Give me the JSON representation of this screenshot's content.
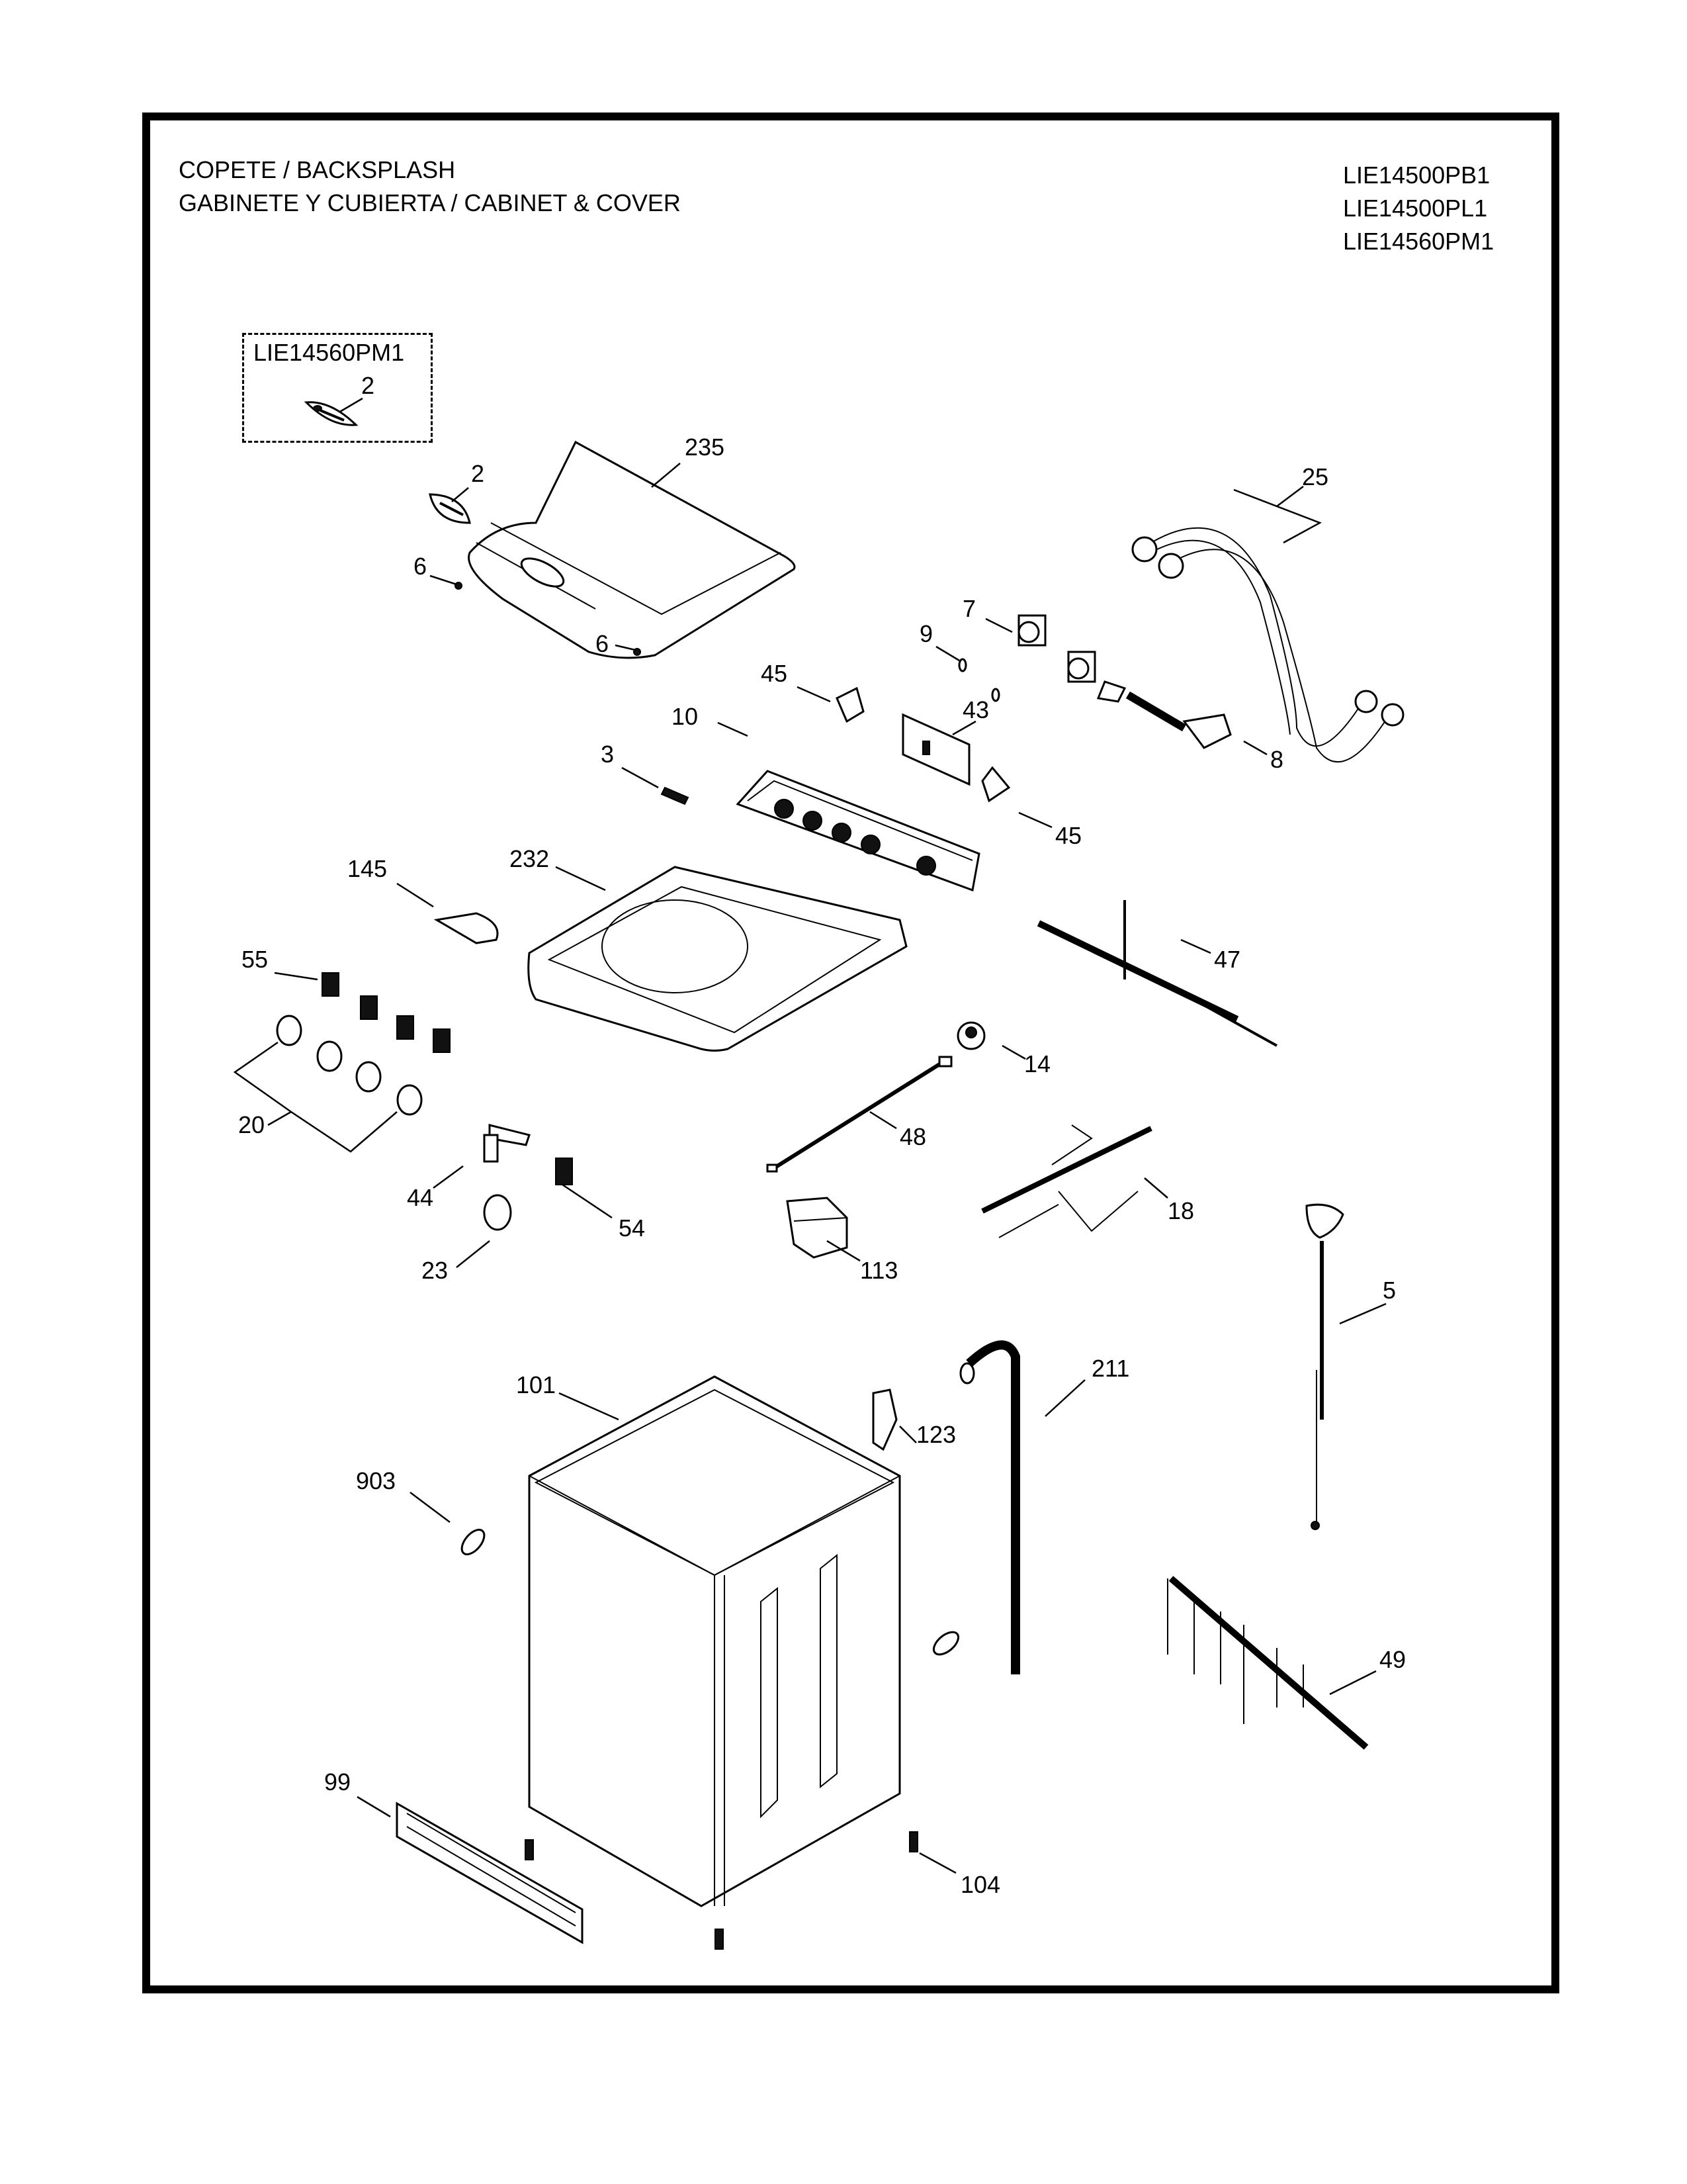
{
  "header": {
    "title_line1": "COPETE / BACKSPLASH",
    "title_line2": "GABINETE Y CUBIERTA / CABINET & COVER",
    "models": [
      "LIE14500PB1",
      "LIE14500PL1",
      "LIE14560PM1"
    ]
  },
  "inset": {
    "model": "LIE14560PM1",
    "callout": "2",
    "part": "badge"
  },
  "callouts": [
    {
      "id": "235",
      "part": "top-cover"
    },
    {
      "id": "2",
      "part": "badge"
    },
    {
      "id": "6",
      "part": "screw"
    },
    {
      "id": "6",
      "part": "screw"
    },
    {
      "id": "25",
      "part": "inlet-hoses"
    },
    {
      "id": "7",
      "part": "water-valve"
    },
    {
      "id": "9",
      "part": "clamp"
    },
    {
      "id": "45",
      "part": "bracket"
    },
    {
      "id": "45",
      "part": "bracket"
    },
    {
      "id": "43",
      "part": "control-board"
    },
    {
      "id": "10",
      "part": "backsplash-panel"
    },
    {
      "id": "3",
      "part": "nameplate"
    },
    {
      "id": "8",
      "part": "air-hose"
    },
    {
      "id": "232",
      "part": "top-frame"
    },
    {
      "id": "145",
      "part": "dispenser"
    },
    {
      "id": "47",
      "part": "wire-harness"
    },
    {
      "id": "55",
      "part": "switch"
    },
    {
      "id": "14",
      "part": "pressure-switch"
    },
    {
      "id": "20",
      "part": "knobs"
    },
    {
      "id": "48",
      "part": "cable"
    },
    {
      "id": "44",
      "part": "push-button"
    },
    {
      "id": "54",
      "part": "switch"
    },
    {
      "id": "18",
      "part": "wire-harness"
    },
    {
      "id": "23",
      "part": "knob"
    },
    {
      "id": "113",
      "part": "lid-lock"
    },
    {
      "id": "5",
      "part": "power-cord"
    },
    {
      "id": "101",
      "part": "cabinet"
    },
    {
      "id": "211",
      "part": "drain-hose"
    },
    {
      "id": "123",
      "part": "hose-holder"
    },
    {
      "id": "903",
      "part": "plug"
    },
    {
      "id": "49",
      "part": "wire-harness"
    },
    {
      "id": "99",
      "part": "base-trim"
    },
    {
      "id": "104",
      "part": "leveling-foot"
    }
  ]
}
